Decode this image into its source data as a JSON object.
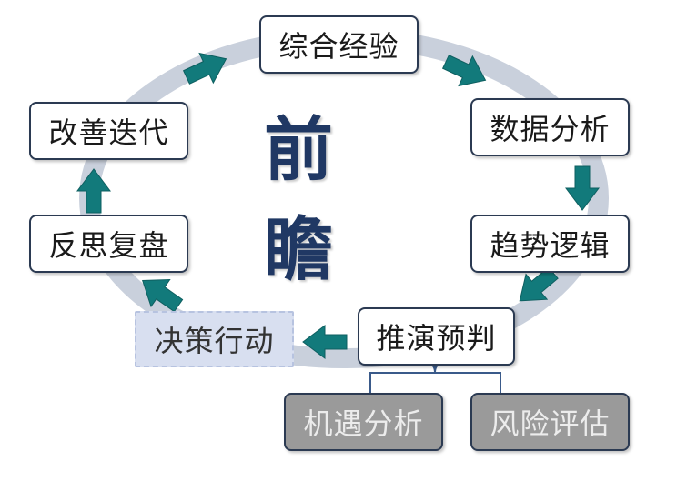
{
  "center_title": "前 瞻",
  "cycle_nodes": {
    "synthesis": "综合经验",
    "data_analysis": "数据分析",
    "trend_logic": "趋势逻辑",
    "projection": "推演预判",
    "decision_action": "决策行动",
    "review": "反思复盘",
    "improve_iterate": "改善迭代"
  },
  "branch_nodes": {
    "opportunity_analysis": "机遇分析",
    "risk_assessment": "风险评估"
  },
  "colors": {
    "ring": "#c9d0dc",
    "arrow": "#127a7b",
    "node_border": "#2b3a52",
    "title": "#203864",
    "muted_fill": "#d8dff0",
    "gray_fill": "#9a9a9a"
  }
}
